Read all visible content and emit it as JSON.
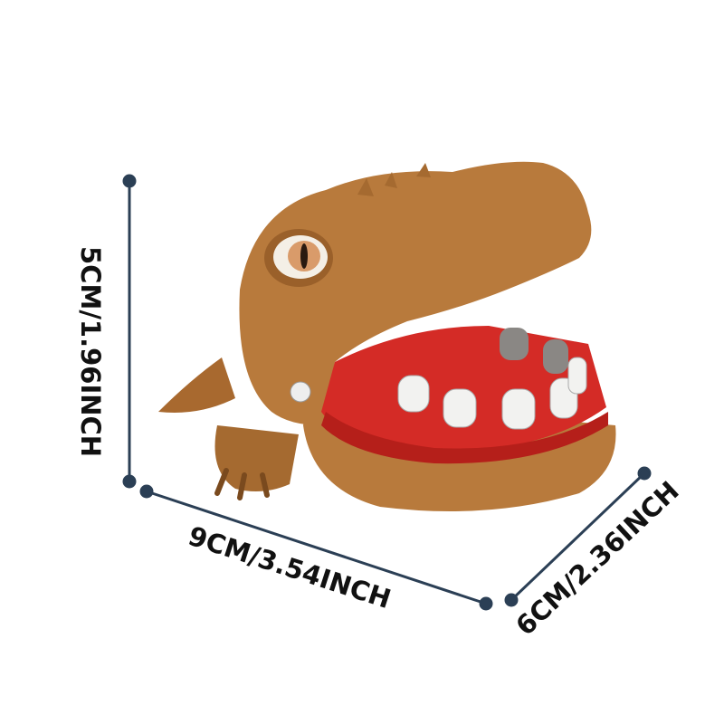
{
  "product": {
    "name": "",
    "body_color": "#b87a3c",
    "mouth_color": "#d42b26"
  },
  "dimensions": {
    "height_label": "5CM/1.96INCH",
    "length_label": "9CM/3.54INCH",
    "width_label": "6CM/2.36INCH",
    "line_color": "#2b3f55"
  }
}
